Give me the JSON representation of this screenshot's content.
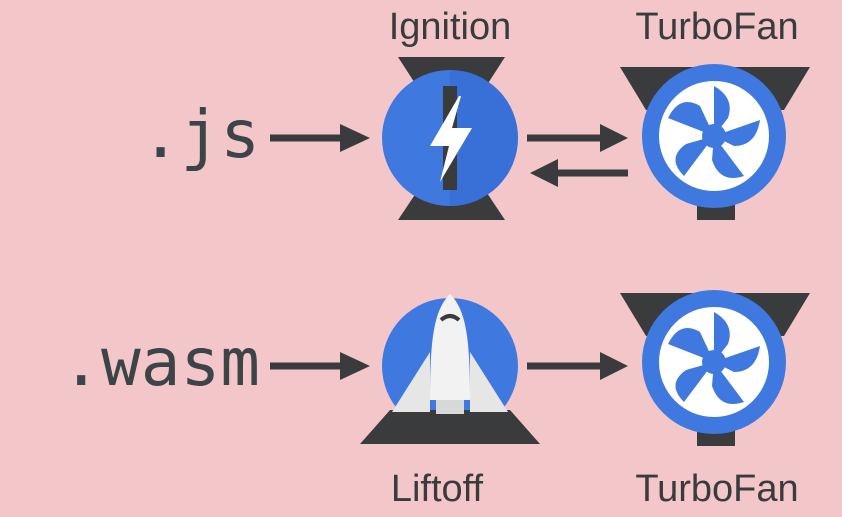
{
  "inputs": [
    {
      "text": ".js"
    },
    {
      "text": ".wasm"
    }
  ],
  "components": {
    "ignition": {
      "label": "Ignition"
    },
    "turbofan_top": {
      "label": "TurboFan"
    },
    "liftoff": {
      "label": "Liftoff"
    },
    "turbofan_bottom": {
      "label": "TurboFan"
    }
  },
  "colors": {
    "background": "#f3c6c9",
    "accent_blue": "#3f79e0",
    "dark": "#3a3b3c",
    "white": "#ffffff"
  },
  "icons": {
    "ignition": "lightning-bolt-hourglass-icon",
    "turbofan": "turbine-fan-icon",
    "liftoff": "space-shuttle-icon"
  }
}
